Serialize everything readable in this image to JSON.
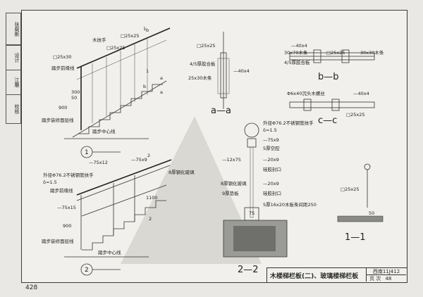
{
  "page": {
    "number": "428"
  },
  "sidebar": {
    "cells": [
      "校核",
      "江雕",
      "设计",
      "张粲斯"
    ]
  },
  "title_block": {
    "title": "木楼梯栏板(二)、玻璃楼梯栏板",
    "atlas_label": "西南11J412",
    "page_label": "页 次",
    "page_value": "48"
  },
  "drawings": {
    "d1": {
      "circle_no": "1",
      "labels": [
        "木扶手",
        "□25x25",
        "□25x25",
        "□25x30",
        "踏步前缘线",
        "300",
        "50",
        "900",
        "踏步装修面层线",
        "踏步中心线",
        "b",
        "b",
        "a",
        "a",
        "1",
        "1"
      ]
    },
    "d2": {
      "circle_no": "2",
      "labels": [
        "外径Φ76.2不锈钢管扶手",
        "δ=1.5",
        "—75x12",
        "—75x9",
        "8厚钢化玻璃",
        "踏步前缘线",
        "—75x15",
        "1100",
        "900",
        "踏步装修面层线",
        "踏步中心线",
        "2",
        "2"
      ]
    },
    "aa": {
      "section_no": "a—a",
      "labels": [
        "□25x25",
        "4/5厚胶合板",
        "25x30木条",
        "—40x4"
      ]
    },
    "bb": {
      "section_no": "b—b",
      "labels": [
        "—40x4",
        "30x70木条",
        "4/5厚胶合板",
        "□25x25",
        "30x30木条"
      ]
    },
    "cc": {
      "section_no": "c—c",
      "labels": [
        "Φ6x40沉头木螺丝",
        "—40x4",
        "□25x25"
      ]
    },
    "s22": {
      "section_no": "2—2",
      "labels": [
        "外径Φ76.2不锈钢管扶手",
        "δ=1.5",
        "—75x9",
        "5厚空腔",
        "—12x75",
        "—20x9",
        "硅胶封口",
        "8厚钢化玻璃",
        "—20x9",
        "9厚垫板",
        "硅胶封口",
        "5厚16x20木板条间距250",
        "75"
      ]
    },
    "s11": {
      "section_no": "1—1",
      "labels": [
        "□25x25",
        "50"
      ]
    }
  }
}
